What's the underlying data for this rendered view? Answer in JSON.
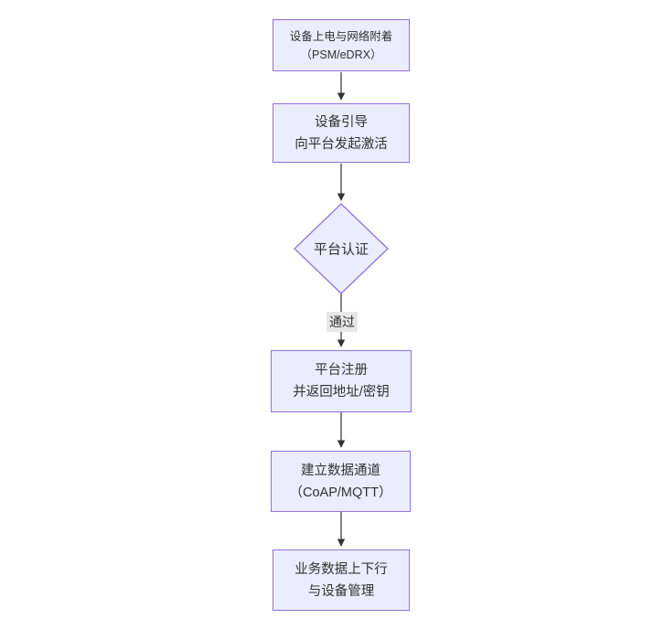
{
  "diagram": {
    "type": "flowchart",
    "direction": "top-down",
    "nodes": [
      {
        "id": "power",
        "shape": "rect",
        "lines": [
          "设备上电与网络附着",
          "（PSM/eDRX）"
        ]
      },
      {
        "id": "boot",
        "shape": "rect",
        "lines": [
          "设备引导",
          "向平台发起激活"
        ]
      },
      {
        "id": "auth",
        "shape": "diamond",
        "lines": [
          "平台认证"
        ]
      },
      {
        "id": "register",
        "shape": "rect",
        "lines": [
          "平台注册",
          "并返回地址/密钥"
        ]
      },
      {
        "id": "channel",
        "shape": "rect",
        "lines": [
          "建立数据通道",
          "（CoAP/MQTT）"
        ]
      },
      {
        "id": "business",
        "shape": "rect",
        "lines": [
          "业务数据上下行",
          "与设备管理"
        ]
      }
    ],
    "edges": [
      {
        "from": "power",
        "to": "boot",
        "label": ""
      },
      {
        "from": "boot",
        "to": "auth",
        "label": ""
      },
      {
        "from": "auth",
        "to": "register",
        "label": "通过"
      },
      {
        "from": "register",
        "to": "channel",
        "label": ""
      },
      {
        "from": "channel",
        "to": "business",
        "label": ""
      }
    ],
    "colors": {
      "node_fill": "#ECECFF",
      "node_border": "#9370DB",
      "text": "#333333",
      "edge": "#333333",
      "edge_label_bg": "#e8e8e8"
    }
  }
}
